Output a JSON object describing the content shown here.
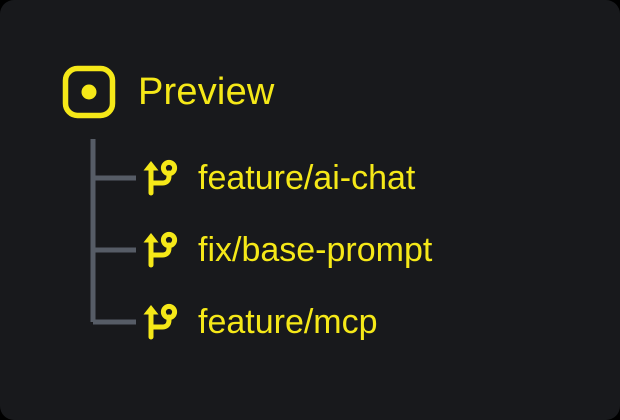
{
  "colors": {
    "page_background": "#000000",
    "card_background": "#18191c",
    "accent_yellow": "#f5e818",
    "tree_line": "#565c66"
  },
  "tree": {
    "root": {
      "label": "Preview",
      "icon": "preview-square-dot-icon"
    },
    "branches": [
      {
        "label": "feature/ai-chat",
        "icon": "git-branch-icon",
        "connector": "tee"
      },
      {
        "label": "fix/base-prompt",
        "icon": "git-branch-icon",
        "connector": "tee"
      },
      {
        "label": "feature/mcp",
        "icon": "git-branch-icon",
        "connector": "elbow"
      }
    ]
  }
}
